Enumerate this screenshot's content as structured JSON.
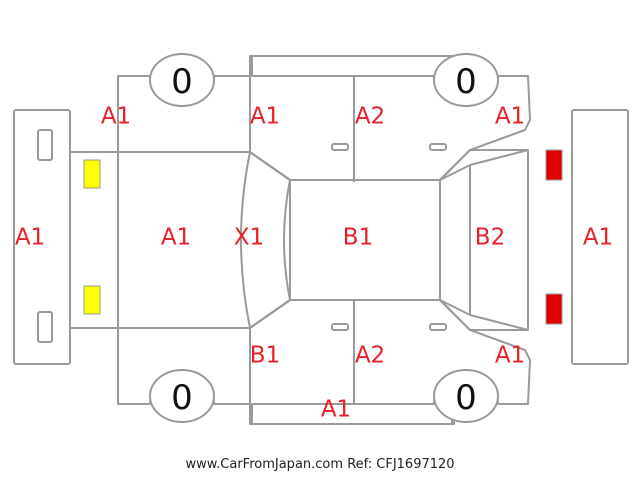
{
  "tires": {
    "front_left": "0",
    "front_right": "0",
    "rear_left": "0",
    "rear_right": "0"
  },
  "labels": {
    "front_bumper": "A1",
    "front_left_fender": "A1",
    "front_left_door": "A1",
    "rear_left_door": "A2",
    "rear_left_quarter": "A1",
    "hood": "A1",
    "windshield": "X1",
    "roof": "B1",
    "rear_glass": "B2",
    "rear_bumper": "A1",
    "front_right_door": "B1",
    "rear_right_door": "A2",
    "rear_right_quarter": "A1",
    "right_sill": "A1"
  },
  "colors": {
    "outline": "#9a9a9a",
    "code_text": "#e8202a",
    "front_lights": "#ffff00",
    "rear_lights": "#e00000"
  },
  "footer": {
    "site": "www.CarFromJapan.com",
    "ref": "Ref: CFJ1697120"
  }
}
